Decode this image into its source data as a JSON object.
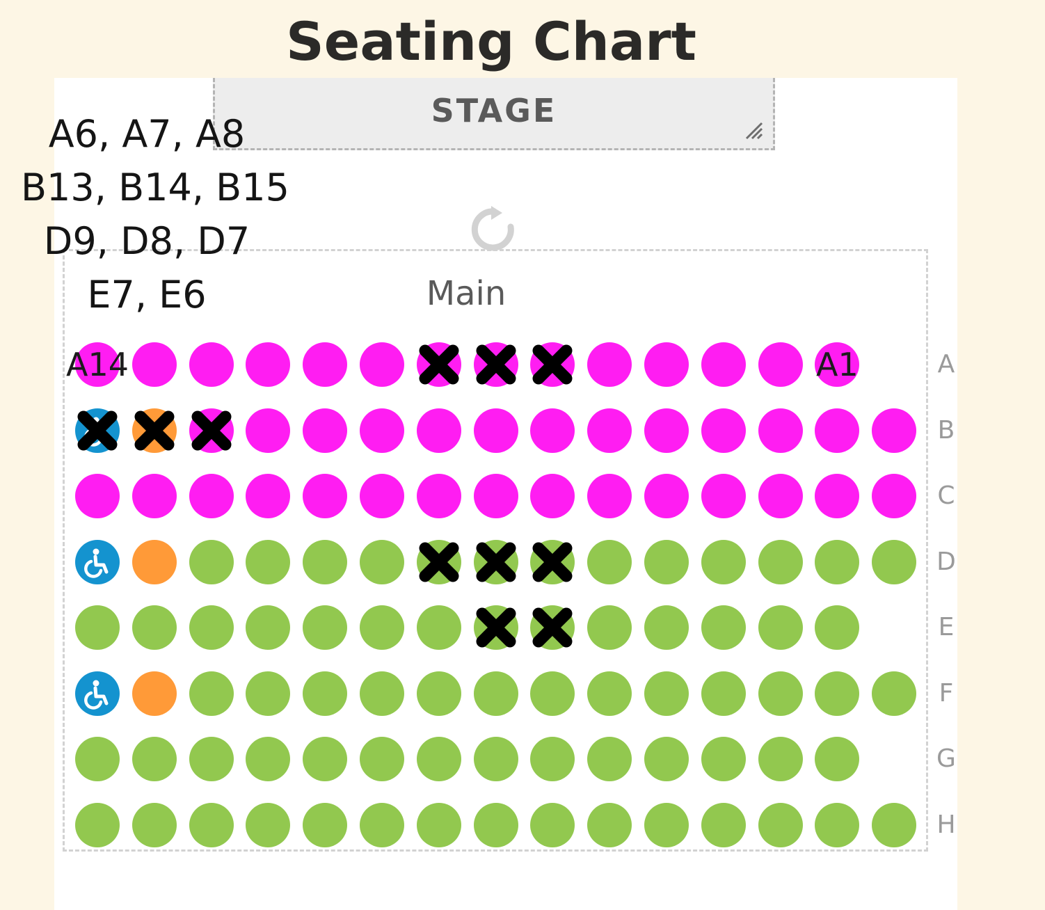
{
  "title": "Seating Chart",
  "stage_label": "STAGE",
  "section_label": "Main",
  "selected_seats": [
    "A6, A7, A8",
    "B13, B14, B15",
    "D9, D8, D7",
    "E7, E6"
  ],
  "row_labels": [
    "A",
    "B",
    "C",
    "D",
    "E",
    "F",
    "G",
    "H"
  ],
  "seat_number_labels": {
    "left": "A14",
    "right": "A1"
  },
  "legend_colors": {
    "standard": "#ff1df2",
    "economy": "#92c84f",
    "accessible": "#1493cf",
    "companion": "#ff9a38",
    "taken_mark": "#000000"
  },
  "icons": {
    "stage_corner": "resize-handle-icon",
    "rotate": "rotate-icon",
    "accessible_seat": "wheelchair-icon",
    "taken_seat": "x-mark-icon"
  },
  "rows": [
    {
      "label": "A",
      "seats": [
        "empty",
        "standard",
        "standard",
        "standard",
        "standard",
        "standard",
        "standard-taken",
        "standard-taken",
        "standard-taken",
        "standard",
        "standard",
        "standard",
        "standard",
        "empty",
        "none"
      ]
    },
    {
      "label": "B",
      "seats": [
        "accessible-taken",
        "companion-taken",
        "standard-taken",
        "standard",
        "standard",
        "standard",
        "standard",
        "standard",
        "standard",
        "standard",
        "standard",
        "standard",
        "standard",
        "standard",
        "standard"
      ]
    },
    {
      "label": "C",
      "seats": [
        "standard",
        "standard",
        "standard",
        "standard",
        "standard",
        "standard",
        "standard",
        "standard",
        "standard",
        "standard",
        "standard",
        "standard",
        "standard",
        "standard",
        "standard"
      ]
    },
    {
      "label": "D",
      "seats": [
        "accessible",
        "companion",
        "economy",
        "economy",
        "economy",
        "economy",
        "economy-taken",
        "economy-taken",
        "economy-taken",
        "economy",
        "economy",
        "economy",
        "economy",
        "economy",
        "economy"
      ]
    },
    {
      "label": "E",
      "seats": [
        "economy",
        "economy",
        "economy",
        "economy",
        "economy",
        "economy",
        "economy",
        "economy-taken",
        "economy-taken",
        "economy",
        "economy",
        "economy",
        "economy",
        "economy",
        "none"
      ]
    },
    {
      "label": "F",
      "seats": [
        "accessible",
        "companion",
        "economy",
        "economy",
        "economy",
        "economy",
        "economy",
        "economy",
        "economy",
        "economy",
        "economy",
        "economy",
        "economy",
        "economy",
        "economy"
      ]
    },
    {
      "label": "G",
      "seats": [
        "economy",
        "economy",
        "economy",
        "economy",
        "economy",
        "economy",
        "economy",
        "economy",
        "economy",
        "economy",
        "economy",
        "economy",
        "economy",
        "economy",
        "none"
      ]
    },
    {
      "label": "H",
      "seats": [
        "economy",
        "economy",
        "economy",
        "economy",
        "economy",
        "economy",
        "economy",
        "economy",
        "economy",
        "economy",
        "economy",
        "economy",
        "economy",
        "economy",
        "economy"
      ]
    }
  ]
}
